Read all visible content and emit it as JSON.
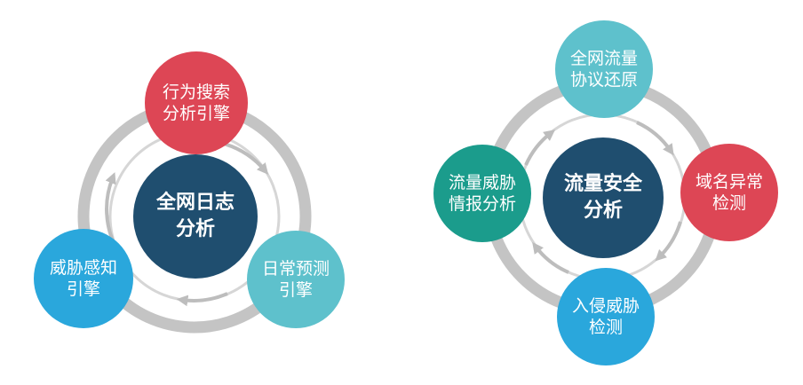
{
  "colors": {
    "hub": "#1f4e6f",
    "red": "#dd4655",
    "teal_light": "#5ec1cc",
    "blue": "#2aa7dc",
    "teal_dark": "#1b9c8c",
    "ring": "#c4c4c4",
    "arrow": "#bdbdbd"
  },
  "diagram_left": {
    "hub": {
      "line1": "全网日志",
      "line2": "分析"
    },
    "nodes": [
      {
        "line1": "行为搜索",
        "line2": "分析引擎",
        "color": "red"
      },
      {
        "line1": "日常预测",
        "line2": "引擎",
        "color": "teal_light"
      },
      {
        "line1": "威胁感知",
        "line2": "引擎",
        "color": "blue"
      }
    ]
  },
  "diagram_right": {
    "hub": {
      "line1": "流量安全",
      "line2": "分析"
    },
    "nodes": [
      {
        "line1": "全网流量",
        "line2": "协议还原",
        "color": "teal_light"
      },
      {
        "line1": "域名异常",
        "line2": "检测",
        "color": "red"
      },
      {
        "line1": "入侵威胁",
        "line2": "检测",
        "color": "blue"
      },
      {
        "line1": "流量威胁",
        "line2": "情报分析",
        "color": "teal_dark"
      }
    ]
  }
}
